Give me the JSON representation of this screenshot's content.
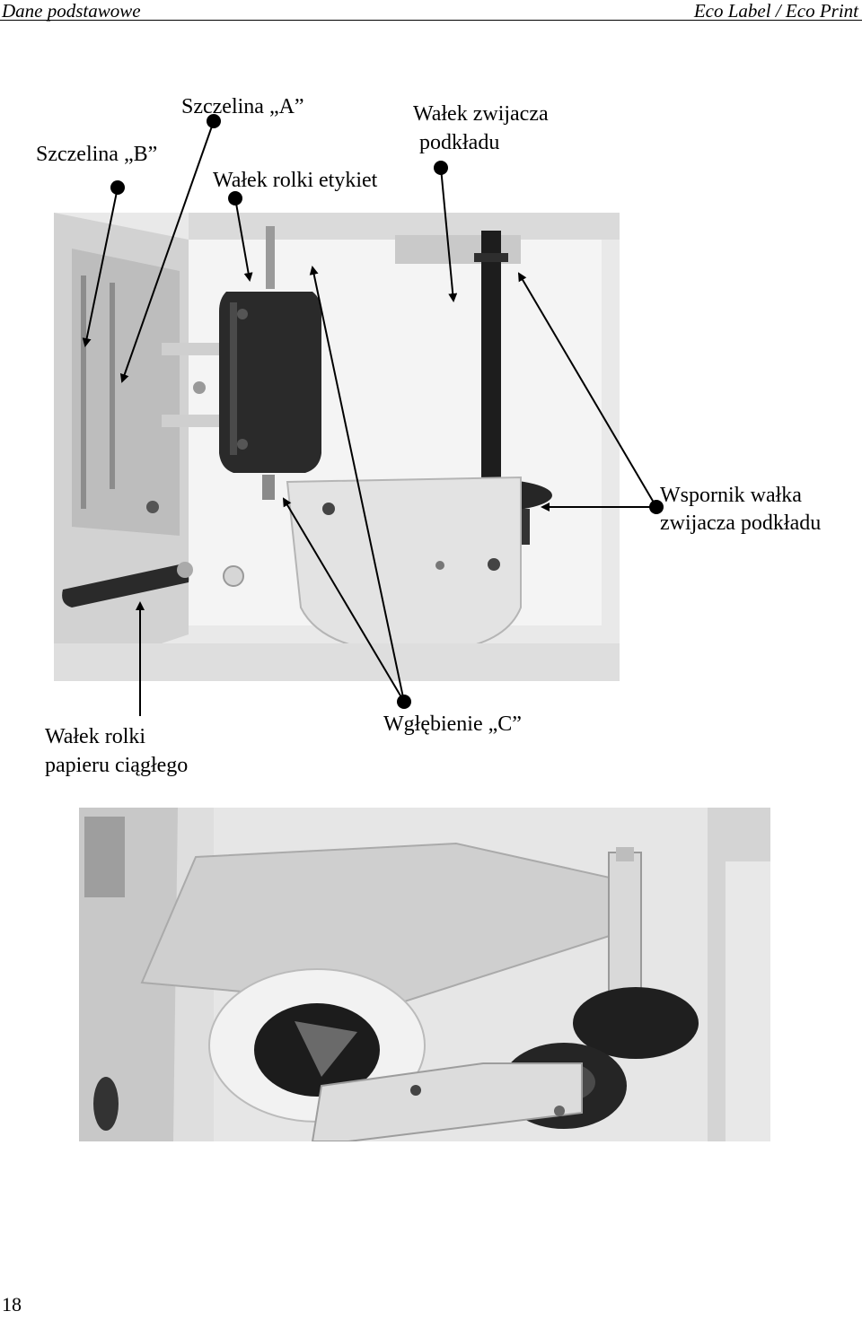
{
  "header": {
    "left": "Dane podstawowe",
    "right": "Eco Label / Eco Print"
  },
  "labels": {
    "slot_b": "Szczelina „B”",
    "slot_a": "Szczelina „A”",
    "label_roll_shaft": "Wałek rolki etykiet",
    "liner_rewinder_line1": "Wałek zwijacza",
    "liner_rewinder_line2": "podkładu",
    "rewinder_support_line1": "Wspornik wałka",
    "rewinder_support_line2": "zwijacza podkładu",
    "paper_roll_line1": "Wałek rolki",
    "paper_roll_line2": "papieru ciągłego",
    "recess_c": "Wgłębienie „C”"
  },
  "page_number": "18"
}
